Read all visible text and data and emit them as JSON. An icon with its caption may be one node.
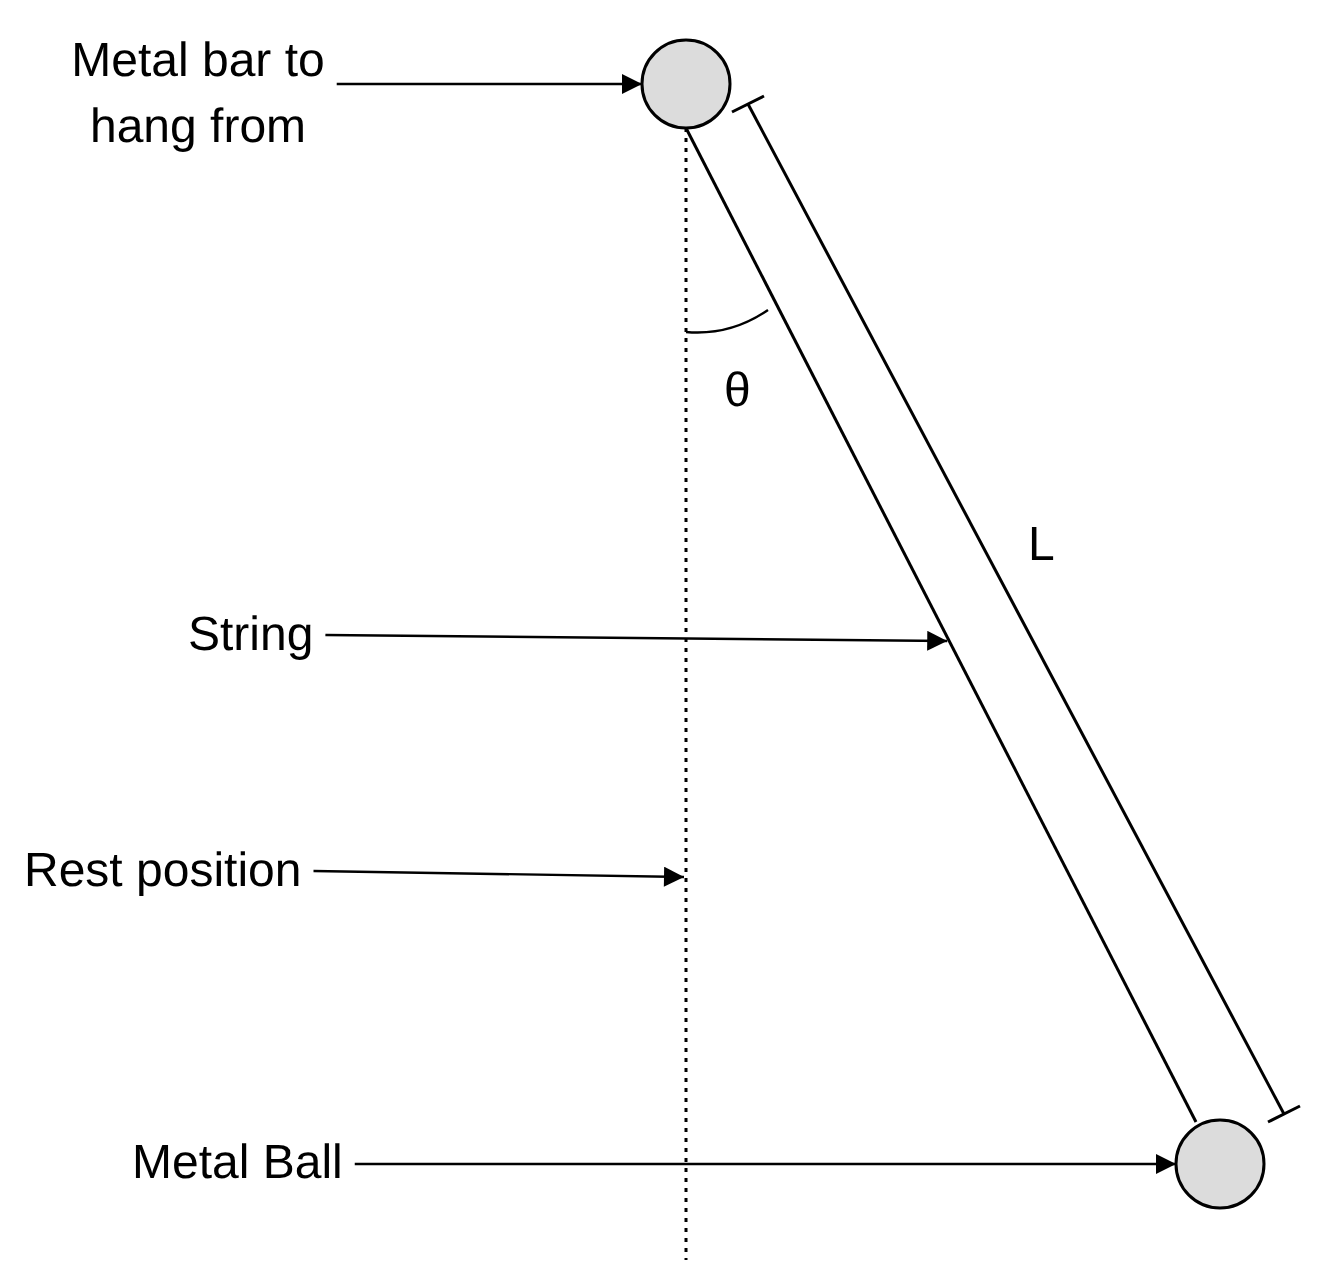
{
  "diagram": {
    "nodes": [
      {
        "text": [
          "Metal bar to hang from"
        ]
      },
      {
        "text": [],
        "shape": "circle"
      },
      {
        "text": [
          "String"
        ]
      },
      {
        "text": [],
        "shape": "line"
      },
      {
        "text": [
          "Rest position"
        ]
      },
      {
        "text": [],
        "shape": "line"
      },
      {
        "text": [
          "Metal Ball"
        ]
      },
      {
        "text": [],
        "shape": "circle"
      }
    ],
    "edges": [
      {
        "from": 0,
        "to": 1,
        "arrow": "to"
      },
      {
        "from": 2,
        "to": 3,
        "arrow": "to"
      },
      {
        "from": 4,
        "to": 5,
        "arrow": "to"
      },
      {
        "from": 6,
        "to": 7,
        "arrow": "to"
      }
    ],
    "labels": [
      "θ",
      "L"
    ]
  }
}
